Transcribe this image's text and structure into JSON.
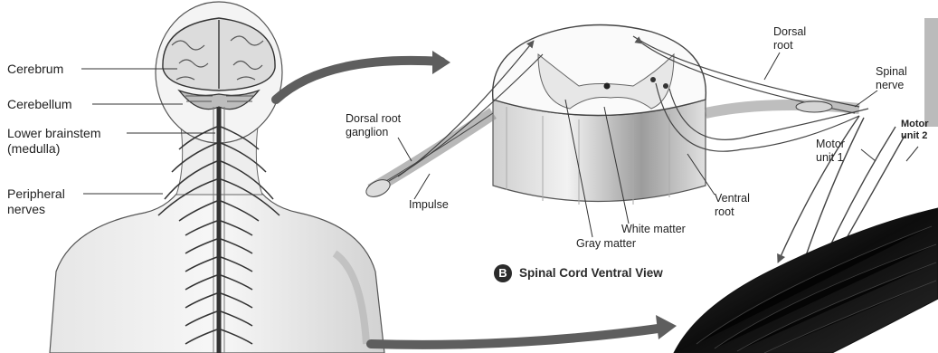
{
  "body_view": {
    "labels": {
      "cerebrum": "Cerebrum",
      "cerebellum": "Cerebellum",
      "lower_brainstem_line1": "Lower brainstem",
      "lower_brainstem_line2": "(medulla)",
      "peripheral_line1": "Peripheral",
      "peripheral_line2": "nerves"
    }
  },
  "spinal_cord": {
    "panel_letter": "B",
    "panel_title": "Spinal Cord Ventral View",
    "labels": {
      "dorsal_root_ganglion_line1": "Dorsal root",
      "dorsal_root_ganglion_line2": "ganglion",
      "impulse": "Impulse",
      "gray_matter": "Gray matter",
      "white_matter": "White matter",
      "ventral_root_line1": "Ventral",
      "ventral_root_line2": "root",
      "dorsal_root_line1": "Dorsal",
      "dorsal_root_line2": "root",
      "spinal_nerve_line1": "Spinal",
      "spinal_nerve_line2": "nerve",
      "motor_unit_1_line1": "Motor",
      "motor_unit_1_line2": "unit 1",
      "motor_unit_2_line1": "Motor",
      "motor_unit_2_line2": "unit 2"
    }
  },
  "colors": {
    "line": "#333333",
    "skin_light": "#efefef",
    "cord_gray": "#9a9a9a",
    "muscle_dark": "#1a1a1a",
    "arrow_gray": "#6a6a6a"
  }
}
